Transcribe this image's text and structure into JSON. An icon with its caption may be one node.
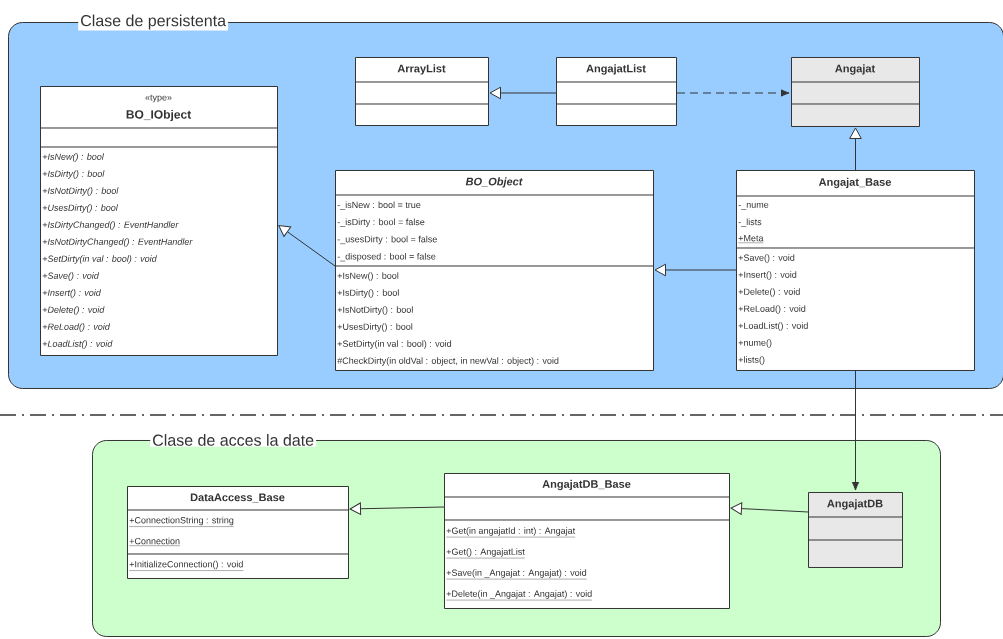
{
  "diagram": {
    "nodes": [
      {
        "text": [
          "Clase de persistenta"
        ]
      },
      {
        "text": [
          "«type»",
          "BO_IObject",
          "+IsNew() : bool",
          "+IsDirty() : bool",
          "+IsNotDirty() : bool",
          "+UsesDirty() : bool",
          "+IsDirtyChanged() : EventHandler",
          "+IsNotDirtyChanged() : EventHandler",
          "+SetDirty(in val : bool) : void",
          "+Save() : void",
          "+Insert() : void",
          "+Delete() : void",
          "+ReLoad() : void",
          "+LoadList() : void"
        ],
        "in": 0
      },
      {
        "text": [
          "ArrayList"
        ],
        "in": 0
      },
      {
        "text": [
          "AngajatList"
        ],
        "in": 0
      },
      {
        "text": [
          "Angajat"
        ],
        "in": 0
      },
      {
        "text": [
          "BO_Object",
          "-_isNew : bool = true",
          "-_isDirty : bool = false",
          "-_usesDirty : bool = false",
          "-_disposed : bool = false",
          "+IsNew() : bool",
          "+IsDirty() : bool",
          "+IsNotDirty() : bool",
          "+UsesDirty() : bool",
          "+SetDirty(in val : bool) : void",
          "#CheckDirty(in oldVal : object, in newVal : object) : void"
        ],
        "in": 0
      },
      {
        "text": [
          "Angajat_Base",
          "-_nume",
          "-_lists",
          "+Meta",
          "+Save() : void",
          "+Insert() : void",
          "+Delete() : void",
          "+ReLoad() : void",
          "+LoadList() : void",
          "+nume()",
          "+lists()"
        ],
        "in": 0
      },
      {
        "text": [
          "Clase de acces la date"
        ]
      },
      {
        "text": [
          "DataAccess_Base",
          "+ConnectionString : string",
          "+Connection",
          "+InitializeConnection() : void"
        ],
        "in": 7
      },
      {
        "text": [
          "AngajatDB_Base",
          "+Get(in angajatId : int) : Angajat",
          "+Get() : AngajatList",
          "+Save(in _Angajat : Angajat) : void",
          "+Delete(in _Angajat : Angajat) : void"
        ],
        "in": 7
      },
      {
        "text": [
          "AngajatDB"
        ],
        "in": 7
      }
    ],
    "edges": [
      {
        "from": 3,
        "to": 2,
        "arrow": "to"
      },
      {
        "from": 3,
        "to": 4,
        "arrow": "to",
        "style": "dashed"
      },
      {
        "from": 6,
        "to": 4,
        "arrow": "to"
      },
      {
        "from": 5,
        "to": 1,
        "arrow": "to"
      },
      {
        "from": 6,
        "to": 5,
        "arrow": "to"
      },
      {
        "from": 6,
        "to": 10,
        "arrow": "to"
      },
      {
        "from": 9,
        "to": 8,
        "arrow": "to"
      },
      {
        "from": 10,
        "to": 9,
        "arrow": "to"
      }
    ]
  }
}
